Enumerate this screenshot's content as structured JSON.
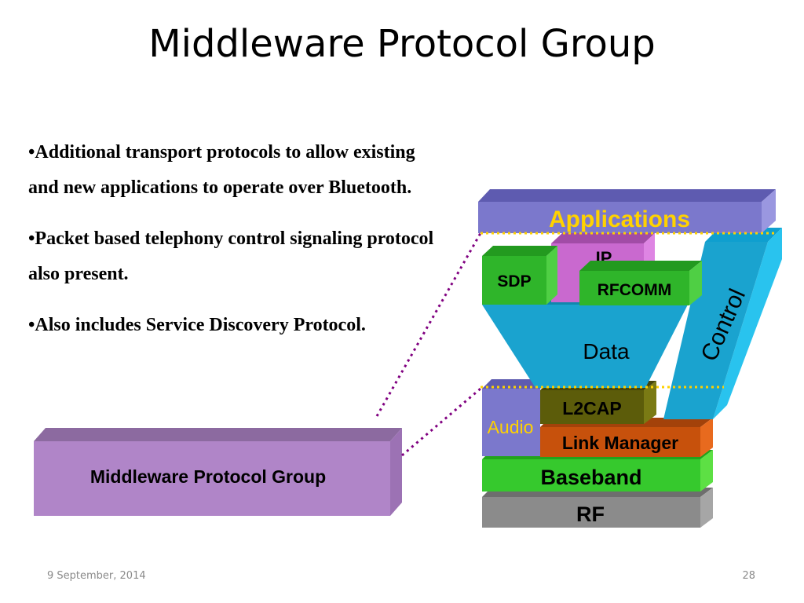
{
  "slide": {
    "title": "Middleware Protocol Group",
    "bullets": [
      "•Additional transport protocols to allow existing and new applications to operate over Bluetooth.",
      "•Packet based telephony control signaling protocol also present.",
      "•Also includes Service Discovery Protocol."
    ],
    "date": "9 September, 2014",
    "page": "28"
  },
  "diagram": {
    "group_box_label": "Middleware Protocol Group",
    "layers": {
      "applications": "Applications",
      "ip": "IP",
      "sdp": "SDP",
      "rfcomm": "RFCOMM",
      "data": "Data",
      "control": "Control",
      "audio": "Audio",
      "l2cap": "L2CAP",
      "link_manager": "Link Manager",
      "baseband": "Baseband",
      "rf": "RF"
    },
    "colors": {
      "applications": "#7b78cc",
      "applications_text": "#ffd200",
      "ip": "#c969cf",
      "sdp": "#2fb52a",
      "rfcomm": "#2fb52a",
      "data": "#1aa3cf",
      "control": "#1aa3cf",
      "audio": "#7b78cc",
      "l2cap": "#5c5c0a",
      "link_manager": "#c7510c",
      "baseband": "#36c92d",
      "rf": "#8b8b8b",
      "group_box": "#b085c8",
      "dotted_lines": "#800080"
    }
  }
}
